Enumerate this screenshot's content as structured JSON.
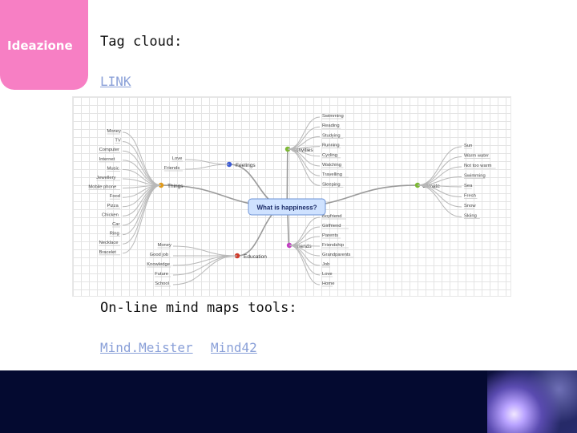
{
  "section_tab": {
    "label": "Ideazione",
    "color": "#f77fc4"
  },
  "heading": "Tag cloud:",
  "link_top": "LINK",
  "subheading": "On-line mind maps tools:",
  "links": [
    "Mind.Meister",
    "Mind42"
  ],
  "mindmap": {
    "center": "What is happiness?",
    "branches": [
      {
        "name": "Activities",
        "children": [
          "Swimming",
          "Reading",
          "Studying",
          "Running",
          "Cycling",
          "Watching",
          "Travelling",
          "Sleeping"
        ]
      },
      {
        "name": "Climate",
        "children": [
          "Sun",
          "Warm water",
          "Not too warm",
          "Swimming",
          "Sea",
          "Fresh",
          "Snow",
          "Skiing"
        ]
      },
      {
        "name": "Friends",
        "children": [
          "Boyfriend",
          "Girlfriend",
          "Parents",
          "Friendship",
          "Grandparents",
          "Job",
          "Love",
          "Home"
        ]
      },
      {
        "name": "Education",
        "children": [
          "Money",
          "Good job",
          "Knowledge",
          "Future",
          "School"
        ]
      },
      {
        "name": "Feelings",
        "children": [
          "Love",
          "Friends"
        ]
      },
      {
        "name": "Things",
        "children": [
          "Money",
          "TV",
          "Computer",
          "Internet",
          "Music",
          "Jewellery",
          "Mobile phone",
          "Food",
          "Pizza",
          "Chicken",
          "Car",
          "Ring",
          "Necklace",
          "Bracelet"
        ]
      }
    ],
    "branch_colors": {
      "Activities": "#7cb833",
      "Climate": "#7cb833",
      "Friends": "#c23ec2",
      "Education": "#d03a2a",
      "Feelings": "#3b5bd6",
      "Things": "#e09a1a"
    }
  }
}
